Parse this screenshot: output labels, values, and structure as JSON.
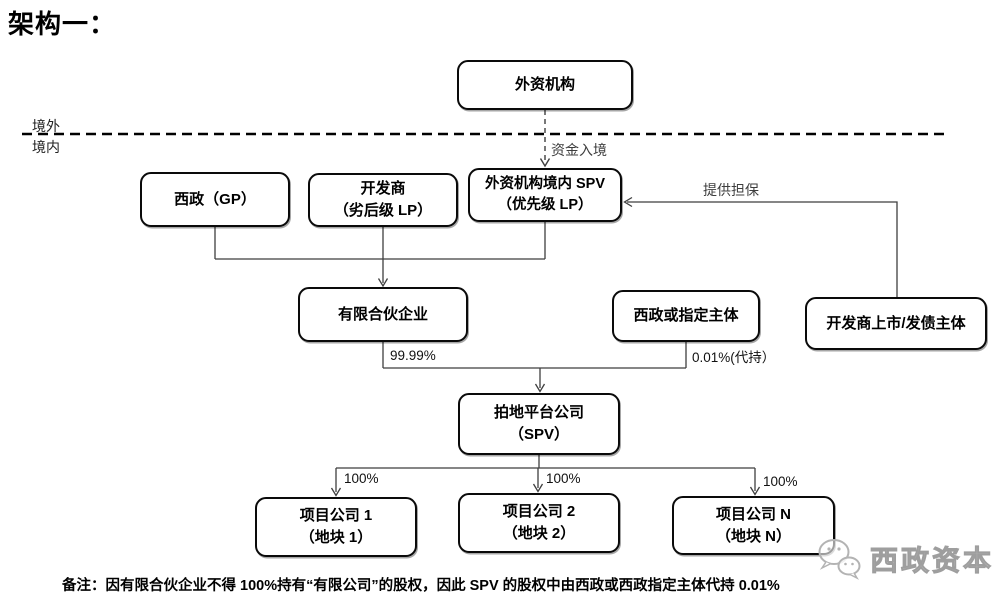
{
  "title": "架构一：",
  "regions": {
    "offshore": "境外",
    "onshore": "境内"
  },
  "nodes": {
    "foreign_institution": {
      "line1": "外资机构"
    },
    "xizheng_gp": {
      "line1": "西政（GP）"
    },
    "developer_lp": {
      "line1": "开发商",
      "line2": "（劣后级 LP）"
    },
    "foreign_spv": {
      "line1": "外资机构境内 SPV",
      "line2": "（优先级 LP）"
    },
    "limited_partnership": {
      "line1": "有限合伙企业"
    },
    "xizheng_nominee": {
      "line1": "西政或指定主体"
    },
    "developer_listed": {
      "line1": "开发商上市/发债主体"
    },
    "land_platform": {
      "line1": "拍地平台公司",
      "line2": "（SPV）"
    },
    "project_1": {
      "line1": "项目公司 1",
      "line2": "（地块 1）"
    },
    "project_2": {
      "line1": "项目公司 2",
      "line2": "（地块 2）"
    },
    "project_n": {
      "line1": "项目公司 N",
      "line2": "（地块 N）"
    }
  },
  "edges": {
    "capital_entry": "资金入境",
    "guarantee": "提供担保",
    "lp_share": "99.99%",
    "nominee_share": "0.01%(代持）",
    "project1_share": "100%",
    "project2_share": "100%",
    "projectn_share": "100%"
  },
  "note": "备注：因有限合伙企业不得 100%持有“有限公司”的股权，因此 SPV 的股权中由西政或西政指定主体代持 0.01%",
  "watermark": {
    "text": "西政资本",
    "icon": "wechat-icon"
  },
  "colors": {
    "connector": "#3f3f3f",
    "box_border": "#0a0a0a",
    "boundary_line": "#000000",
    "watermark": "#9e9e9e",
    "background": "#ffffff"
  }
}
